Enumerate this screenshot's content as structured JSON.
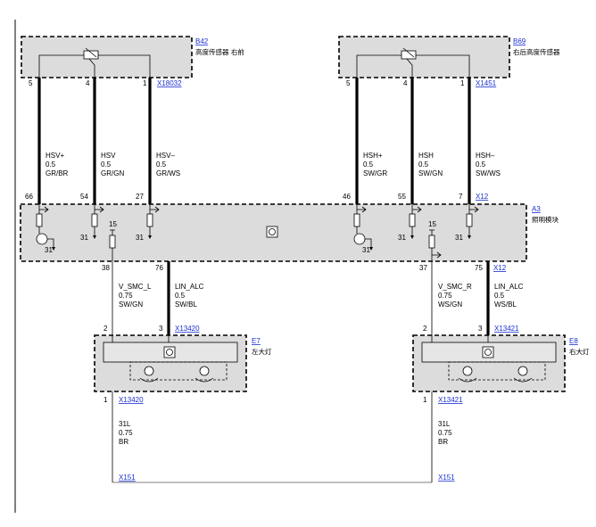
{
  "sensors": {
    "b42": {
      "link": "B42",
      "name": "高度传感器 右前",
      "connector": "X18032",
      "pins": [
        "5",
        "4",
        "1"
      ]
    },
    "b69": {
      "link": "B69",
      "name": "右后高度传感器",
      "connector": "X1451",
      "pins": [
        "5",
        "4",
        "1"
      ]
    }
  },
  "wires_top": [
    {
      "signal": "HSV+",
      "size": "0.5",
      "color": "GR/BR"
    },
    {
      "signal": "HSV",
      "size": "0.5",
      "color": "GR/GN"
    },
    {
      "signal": "HSV–",
      "size": "0.5",
      "color": "GR/WS"
    },
    {
      "signal": "HSH+",
      "size": "0.5",
      "color": "SW/GR"
    },
    {
      "signal": "HSH",
      "size": "0.5",
      "color": "SW/GN"
    },
    {
      "signal": "HSH–",
      "size": "0.5",
      "color": "SW/WS"
    }
  ],
  "module": {
    "link": "A3",
    "name": "照明模块",
    "connector_top": "X12",
    "connector_bottom": "X12",
    "pins_top": [
      "66",
      "54",
      "27",
      "46",
      "55",
      "7"
    ],
    "pins_bottom": [
      "38",
      "76",
      "37",
      "75"
    ],
    "ground_labels": [
      "31",
      "31",
      "31",
      "31",
      "31",
      "31"
    ],
    "supply_labels": [
      "15",
      "15"
    ]
  },
  "wires_mid": [
    {
      "signal": "V_SMC_L",
      "size": "0.75",
      "color": "SW/GN"
    },
    {
      "signal": "LIN_ALC",
      "size": "0.5",
      "color": "SW/BL"
    },
    {
      "signal": "V_SMC_R",
      "size": "0.75",
      "color": "WS/GN"
    },
    {
      "signal": "LIN_ALC",
      "size": "0.5",
      "color": "WS/BL"
    }
  ],
  "headlights": {
    "e7": {
      "link": "E7",
      "name": "左大灯",
      "connector_top": "X13420",
      "connector_bottom": "X13420",
      "pins_top": [
        "2",
        "3"
      ],
      "pin_bottom": "1"
    },
    "e8": {
      "link": "E8",
      "name": "右大灯",
      "connector_top": "X13421",
      "connector_bottom": "X13421",
      "pins_top": [
        "2",
        "3"
      ],
      "pin_bottom": "1"
    }
  },
  "wires_bottom": [
    {
      "signal": "31L",
      "size": "0.75",
      "color": "BR"
    },
    {
      "signal": "31L",
      "size": "0.75",
      "color": "BR"
    }
  ],
  "ground_points": [
    "X151",
    "X151"
  ]
}
